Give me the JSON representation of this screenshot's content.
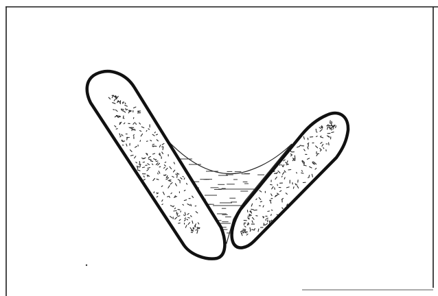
{
  "figure": {
    "elements": [
      {
        "name": "left-particle",
        "shape": "elongated-rod",
        "texture": "speckled"
      },
      {
        "name": "right-particle",
        "shape": "elongated-rod",
        "texture": "speckled"
      },
      {
        "name": "liquid-bridge",
        "shape": "concave-meniscus",
        "texture": "hatched"
      }
    ],
    "colors": {
      "background": "#ffffff",
      "outline": "#111111"
    }
  }
}
